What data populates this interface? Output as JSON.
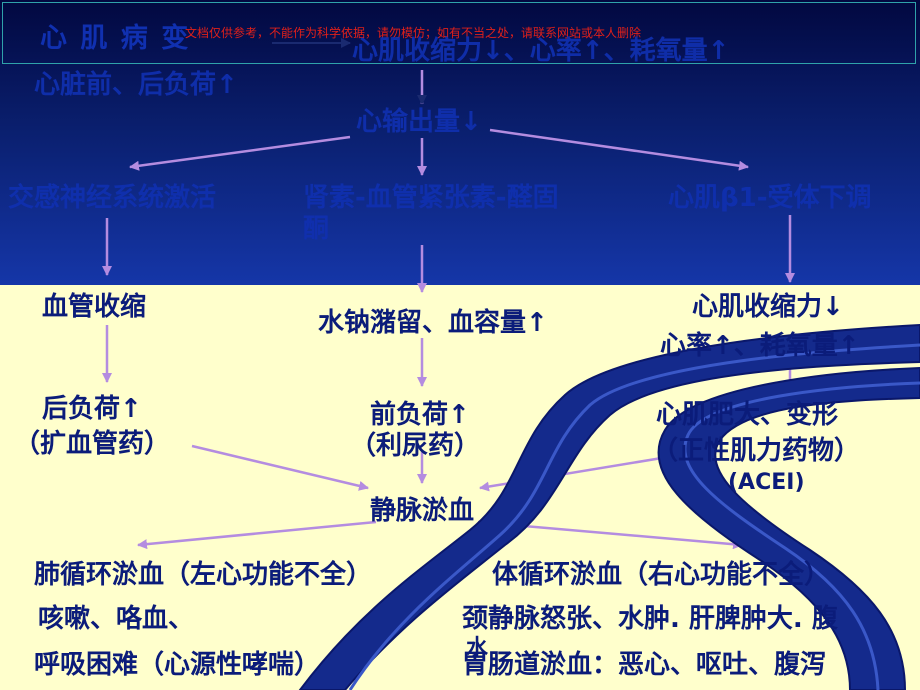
{
  "slide": {
    "title": "心 肌 病 变",
    "watermark": "文档仅供参考，不能作为科学依据，请勿模仿；如有不当之处，请联系网站或本人删除",
    "top_right": "心肌收缩力↓、心率↑、耗氧量↑",
    "left_top": "心脏前、后负荷↑",
    "output": "心输出量↓",
    "branch_left": "交感神经系统激活",
    "branch_mid": "肾素-血管紧张素-醛固",
    "branch_mid_line2": "酮",
    "branch_right": "心肌β1-受体下调",
    "vaso": "血管收缩",
    "retention": "水钠潴留、血容量↑",
    "right_effect_1": "心肌收缩力↓",
    "right_effect_2": "心率↑、耗氧量↑",
    "afterload": "后负荷↑",
    "afterload_drug": "（扩血管药）",
    "preload": "前负荷↑",
    "preload_drug": "（利尿药）",
    "right_remodel": "心肌肥大、变形",
    "right_drug": "（正性肌力药物）",
    "right_drug2": "(ACEI)",
    "venous": "静脉淤血",
    "pulm": "肺循环淤血（左心功能不全）",
    "pulm_sym1": "咳嗽、咯血、",
    "pulm_sym2": "呼吸困难（心源性哮喘）",
    "sys": "体循环淤血（右心功能不全）",
    "sys_sym1": "颈静脉怒张、水肿. 肝脾肿大. 腹",
    "sys_sym2_a": "水",
    "sys_sym2": "胃肠道淤血：恶心、呕吐、腹泻",
    "colors": {
      "title": "#1030B0",
      "text": "#0B1C7A",
      "arrow": "#B48CE0",
      "river": "#142A8C",
      "watermark": "#E0201A"
    }
  }
}
